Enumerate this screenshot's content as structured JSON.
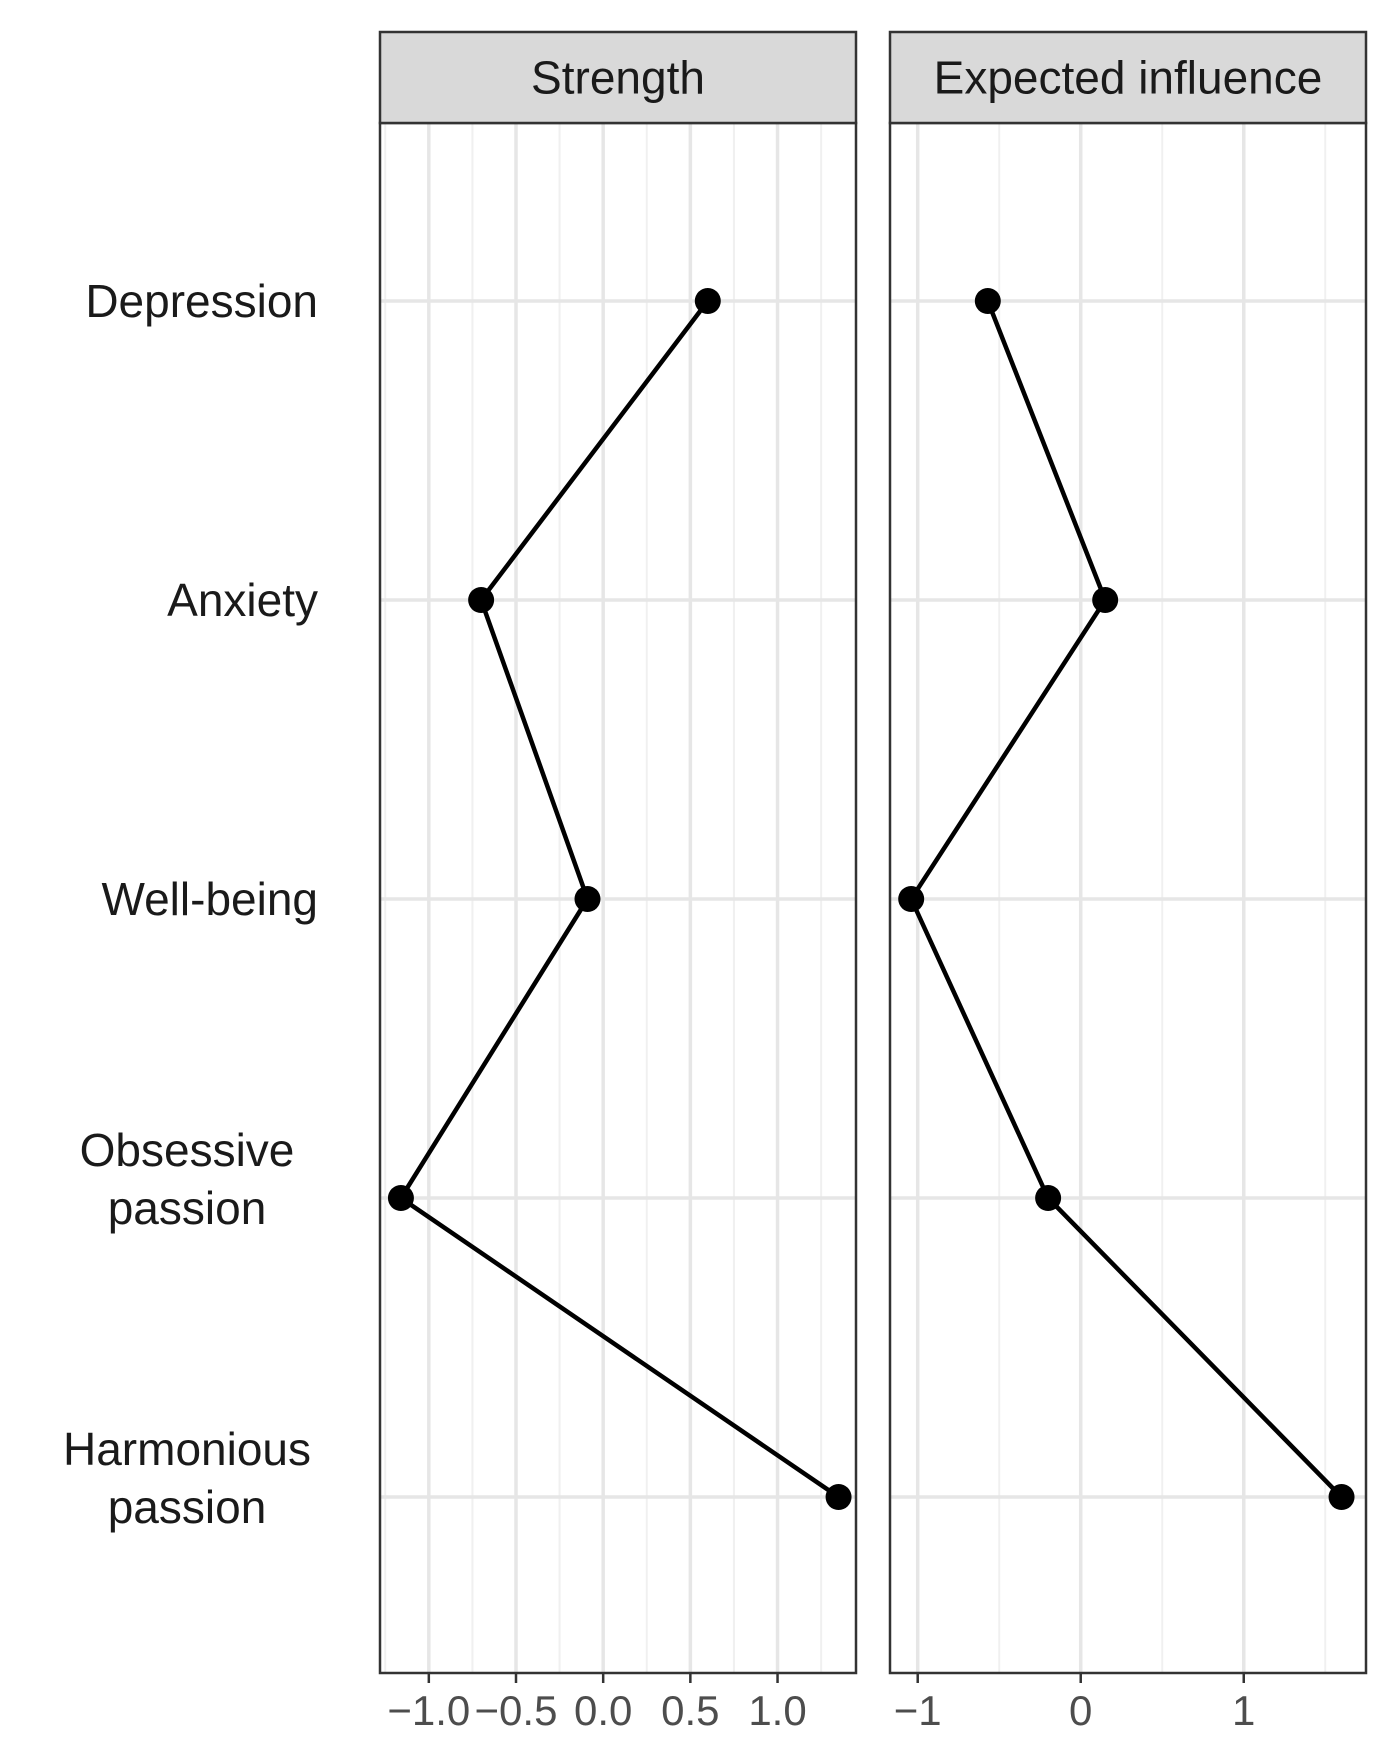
{
  "chart_data": {
    "type": "line",
    "orientation": "horizontal",
    "categories": [
      "Depression",
      "Anxiety",
      "Well-being",
      "Obsessive\npassion",
      "Harmonious\npassion"
    ],
    "grid": true,
    "panels": [
      {
        "title": "Strength",
        "values": [
          0.6,
          -0.7,
          -0.09,
          -1.16,
          1.35
        ],
        "xlim": [
          -1.28,
          1.45
        ],
        "ticks": [
          -1.0,
          -0.5,
          0.0,
          0.5,
          1.0
        ],
        "tick_labels": [
          "−1.0",
          "−0.5",
          "0.0",
          "0.5",
          "1.0"
        ]
      },
      {
        "title": "Expected influence",
        "values": [
          -0.57,
          0.15,
          -1.04,
          -0.2,
          1.6
        ],
        "xlim": [
          -1.17,
          1.75
        ],
        "ticks": [
          -1,
          0,
          1
        ],
        "tick_labels": [
          "−1",
          "0",
          "1"
        ]
      }
    ]
  }
}
